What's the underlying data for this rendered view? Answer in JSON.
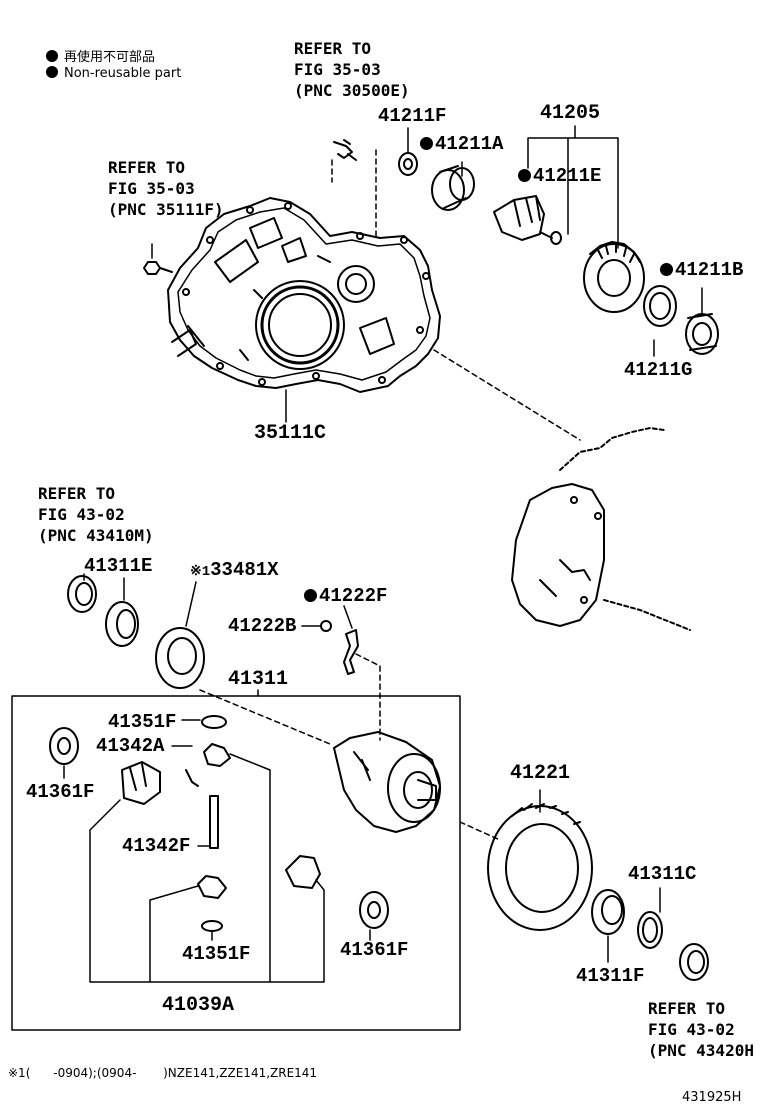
{
  "legend": {
    "jp": "再使用不可部品",
    "en": "Non-reusable part"
  },
  "refs": [
    {
      "line1": "REFER TO",
      "line2": "FIG 35-03",
      "line3": "(PNC 30500E)"
    },
    {
      "line1": "REFER TO",
      "line2": "FIG 35-03",
      "line3": "(PNC 35111F)"
    },
    {
      "line1": "REFER TO",
      "line2": "FIG 43-02",
      "line3": "(PNC 43410M)"
    },
    {
      "line1": "REFER TO",
      "line2": "FIG 43-02",
      "line3": "(PNC 43420H"
    }
  ],
  "parts": {
    "p41211F": "41211F",
    "p41211A": "41211A",
    "p41205": "41205",
    "p41211E": "41211E",
    "p41211B": "41211B",
    "p41211G": "41211G",
    "p35111C": "35111C",
    "p41311E": "41311E",
    "p33481X": "33481X",
    "p33481X_mark": "※1",
    "p41222F": "41222F",
    "p41222B": "41222B",
    "p41311": "41311",
    "p41351F_a": "41351F",
    "p41342A": "41342A",
    "p41361F_a": "41361F",
    "p41342F": "41342F",
    "p41351F_b": "41351F",
    "p41361F_b": "41361F",
    "p41039A": "41039A",
    "p41221": "41221",
    "p41311C": "41311C",
    "p41311F": "41311F"
  },
  "footnote": "※1(      -0904);(0904-       )NZE141,ZZE141,ZRE141",
  "figure_id": "431925H"
}
